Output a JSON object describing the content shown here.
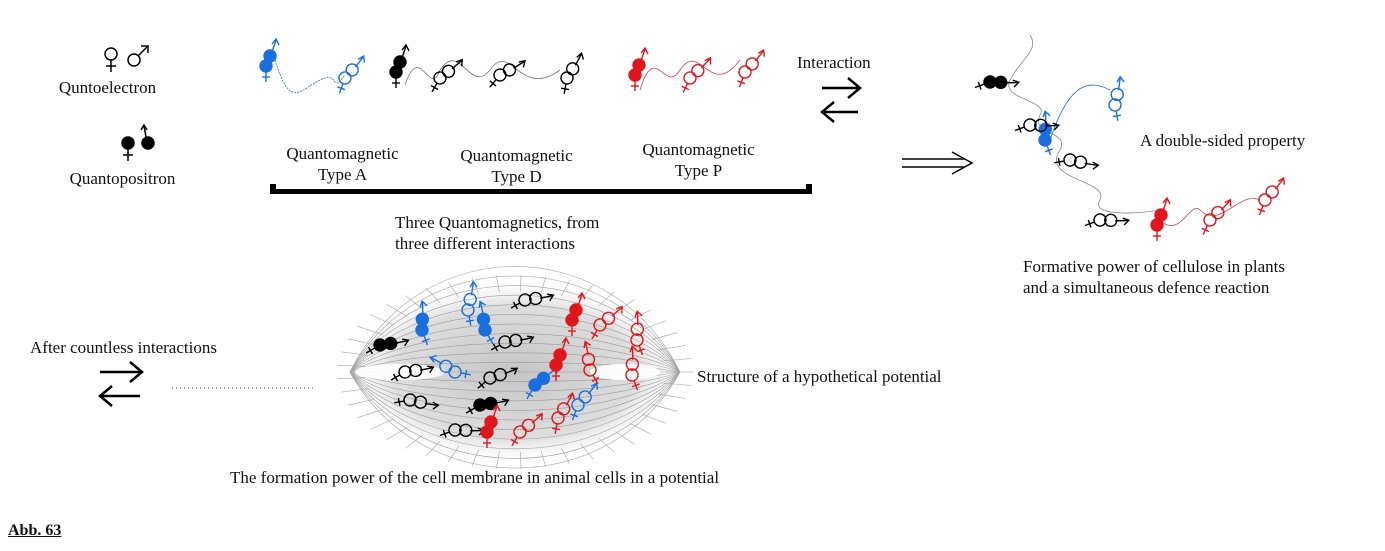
{
  "legend": {
    "electron": {
      "label": "Quntoelectron",
      "icons": [
        "female-symbol-icon",
        "male-symbol-icon"
      ]
    },
    "positron": {
      "label": "Quantopositron",
      "icons": [
        "filled-female-particle-icon",
        "filled-male-particle-icon"
      ]
    }
  },
  "types": [
    {
      "line1": "Quantomagnetic",
      "line2": "Type A",
      "color": "#1a6fe0"
    },
    {
      "line1": "Quantomagnetic",
      "line2": "Type D",
      "color": "#000000"
    },
    {
      "line1": "Quantomagnetic",
      "line2": "Type P",
      "color": "#e0161c"
    }
  ],
  "bracket_caption": {
    "line1": "Three Quantomagnetics, from",
    "line2": "three different interactions"
  },
  "interaction_label": "Interaction",
  "double_sided_label": "A double-sided property",
  "cellulose_caption": {
    "line1": "Formative power of cellulose in plants",
    "line2": "and a simultaneous defence reaction"
  },
  "after_label": "After countless interactions",
  "potential_label": "Structure of a hypothetical potential",
  "membrane_caption": "The formation power of the cell membrane in animal cells in a potential",
  "figure_label": "Abb. 63",
  "colors": {
    "blue": "#1a6fe0",
    "black": "#000000",
    "red": "#e0161c",
    "field": "#9a9a9a"
  }
}
